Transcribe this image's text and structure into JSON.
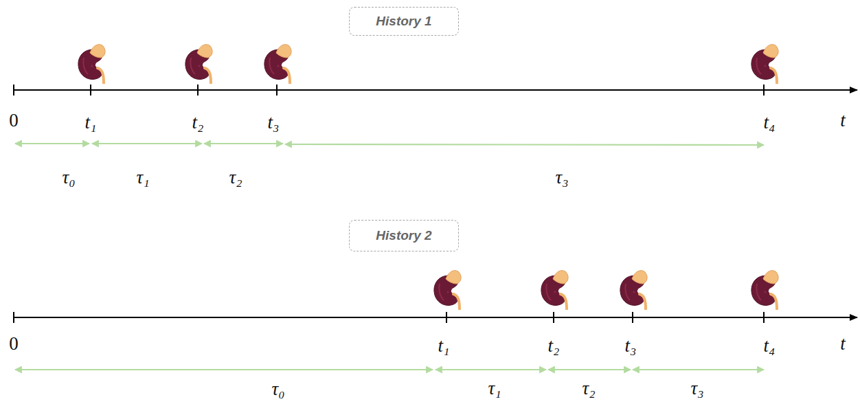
{
  "diagram": {
    "nodes": [
      {
        "text": [
          "History 1"
        ]
      },
      {
        "text": [
          "History 2"
        ]
      }
    ],
    "labels": [
      "0",
      "t₁",
      "t₂",
      "t₃",
      "t₄",
      "t",
      "τ₀",
      "τ₁",
      "τ₂",
      "τ₃",
      "0",
      "t₁",
      "t₂",
      "t₃",
      "t₄",
      "t",
      "τ₀",
      "τ₁",
      "τ₂",
      "τ₃"
    ]
  }
}
